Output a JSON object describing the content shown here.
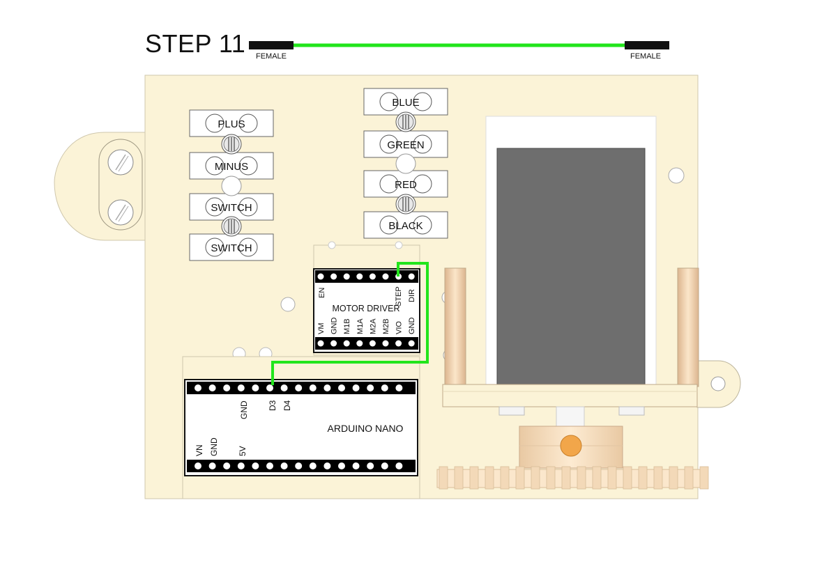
{
  "title": "STEP 11",
  "cable": {
    "left_end": "FEMALE",
    "right_end": "FEMALE",
    "wire_color": "#22e51c"
  },
  "terminal_blocks": {
    "power": [
      "PLUS",
      "MINUS",
      "SWITCH",
      "SWITCH"
    ],
    "motor": [
      "BLUE",
      "GREEN",
      "RED",
      "BLACK"
    ]
  },
  "motor_driver": {
    "label": "MOTOR DRIVER",
    "top_pins": [
      "EN",
      "STEP",
      "DIR"
    ],
    "bottom_pins": [
      "VM",
      "GND",
      "M1B",
      "M1A",
      "M2A",
      "M2B",
      "VIO",
      "GND"
    ]
  },
  "arduino": {
    "label": "ARDUINO NANO",
    "top_pins": [
      "GND",
      "D3",
      "D4"
    ],
    "bottom_pins": [
      "VN",
      "GND",
      "5V"
    ]
  },
  "colors": {
    "board": "#fbf3d7",
    "wire": "#22e51c",
    "motor": "#6e6e6e",
    "brass": "#f2a64a"
  }
}
